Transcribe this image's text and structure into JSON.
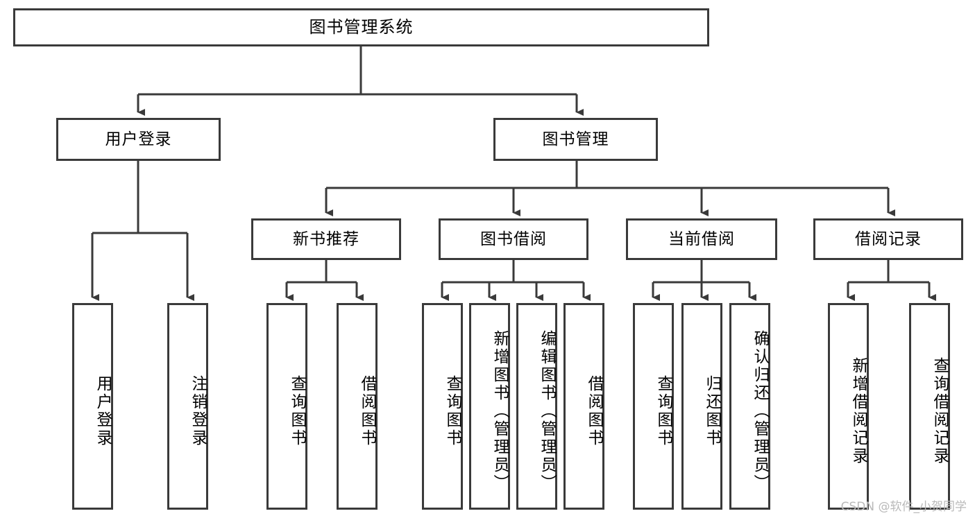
{
  "diagram": {
    "type": "tree-hierarchy-chart",
    "title": "图书管理系统",
    "root": {
      "label": "图书管理系统"
    },
    "level2": [
      {
        "label": "用户登录"
      },
      {
        "label": "图书管理"
      }
    ],
    "level3": [
      {
        "label": "新书推荐"
      },
      {
        "label": "图书借阅"
      },
      {
        "label": "当前借阅"
      },
      {
        "label": "借阅记录"
      }
    ],
    "leaves": {
      "user_login": [
        {
          "label": "用户登录"
        },
        {
          "label": "注销登录"
        }
      ],
      "new_book_recommend": [
        {
          "label": "查询图书"
        },
        {
          "label": "借阅图书"
        }
      ],
      "book_borrow": [
        {
          "label": "查询图书"
        },
        {
          "label": "新增图书（管理员）"
        },
        {
          "label": "编辑图书（管理员）"
        },
        {
          "label": "借阅图书"
        }
      ],
      "current_borrow": [
        {
          "label": "查询图书"
        },
        {
          "label": "归还图书"
        },
        {
          "label": "确认归还（管理员）"
        }
      ],
      "borrow_records": [
        {
          "label": "新增借阅记录"
        },
        {
          "label": "查询借阅记录"
        }
      ]
    }
  },
  "watermark": {
    "text": "CSDN @软件_小贺同学"
  },
  "colors": {
    "border": "#3a3a3a",
    "background": "#ffffff",
    "text": "#000000",
    "watermark": "#b9b9b9"
  }
}
